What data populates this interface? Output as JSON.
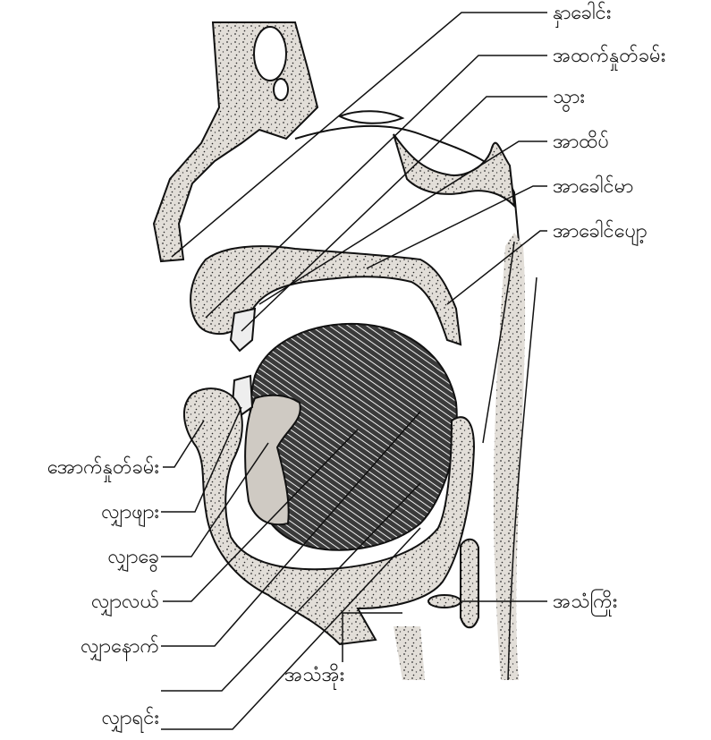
{
  "labels": {
    "nasal_tip": "နှာခေါင်း",
    "upper_lip": "အထက်နှုတ်ခမ်း",
    "teeth": "သွား",
    "alveolar_ridge": "အာထိပ်",
    "hard_palate": "အာခေါင်မာ",
    "soft_palate": "အာခေါင်ပျော့",
    "lower_lip": "အောက်နှုတ်ခမ်း",
    "tongue_tip": "လျှာဖျား",
    "tongue_blade": "လျှာခွေ",
    "tongue_middle": "လျှာလယ်",
    "tongue_back": "လျှာနောက်",
    "tongue_root": "လျှာရင်း",
    "vocal_cords": "အသံကြိုး",
    "larynx": "အသံအိုး"
  },
  "colors": {
    "ink": "#111111",
    "stipple_fill": "#d6d2cc",
    "tongue_fill": "#2a2a2a",
    "background": "#ffffff"
  }
}
